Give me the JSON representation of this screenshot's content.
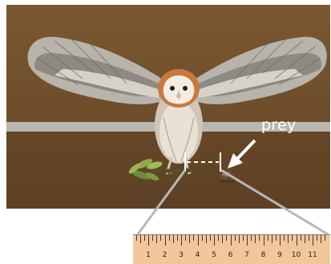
{
  "annotation": {
    "label": "prey",
    "arrow_icon": "arrow-icon"
  },
  "ruler": {
    "numbers": [
      "1",
      "2",
      "3",
      "4",
      "5",
      "6",
      "7",
      "8",
      "9",
      "10",
      "11"
    ],
    "fill_color": "#f2c79a"
  },
  "colors": {
    "background_wall": "#6e4d2b",
    "stripe": "#b9b6ae",
    "owl_face": "#f3ede3",
    "owl_head": "#c77a3a",
    "annotation": "#ffffff",
    "projection_line": "#b8b8b8"
  },
  "icons": [
    "owl-illustration",
    "branch-illustration",
    "prey-mouse-illustration",
    "arrow-icon",
    "dimension-line-icon"
  ]
}
